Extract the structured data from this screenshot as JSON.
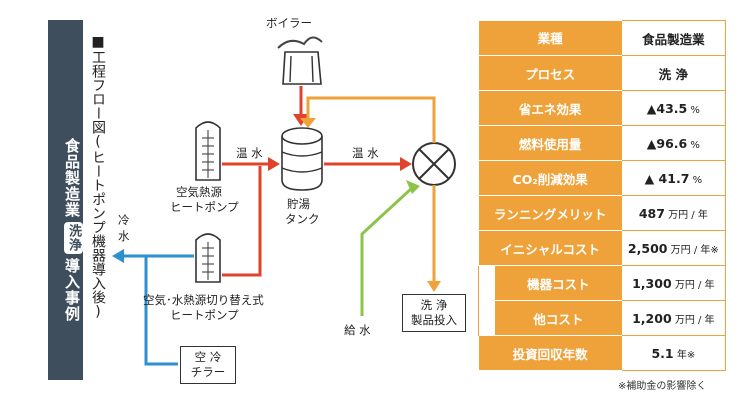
{
  "side": {
    "title_a": "食品製造業",
    "badge": "洗浄",
    "title_b": "導入事例"
  },
  "flow_title": "■工程フロー図(ヒートポンプ機器導入後)",
  "labels": {
    "boiler": "ボイラー",
    "hp1": [
      "空気熱源",
      "ヒートポンプ"
    ],
    "hp2": [
      "空気･水熱源切り替え式",
      "ヒートポンプ"
    ],
    "tank": [
      "貯湯",
      "タンク"
    ],
    "hot1": "温 水",
    "hot2": "温 水",
    "cold": [
      "冷",
      "水"
    ],
    "feed": "給 水",
    "chiller": [
      "空 冷",
      "チラー"
    ],
    "wash": [
      "洗 浄",
      "製品投入"
    ]
  },
  "colors": {
    "red": "#e0432b",
    "orange": "#f0a23a",
    "blue": "#2f8fd0",
    "green": "#8cc44a",
    "dark": "#3e4e5d"
  },
  "table": {
    "rows": [
      {
        "k": "業種",
        "v": "食品製造業",
        "u": ""
      },
      {
        "k": "プロセス",
        "v": "洗 浄",
        "u": ""
      },
      {
        "k": "省エネ効果",
        "v": "▲43.5",
        "u": " %"
      },
      {
        "k": "燃料使用量",
        "v": "▲96.6",
        "u": " %"
      },
      {
        "k": "CO₂削減効果",
        "v": "▲ 41.7",
        "u": " %"
      },
      {
        "k": "ランニングメリット",
        "v": "487",
        "u": " 万円 / 年"
      },
      {
        "k": "イニシャルコスト",
        "v": "2,500",
        "u": " 万円 / 年※"
      }
    ],
    "subrows": [
      {
        "k": "機器コスト",
        "v": "1,300",
        "u": " 万円 / 年"
      },
      {
        "k": "他コスト",
        "v": "1,200",
        "u": " 万円 / 年"
      }
    ],
    "last": {
      "k": "投資回収年数",
      "v": "5.1",
      "u": " 年※"
    }
  },
  "footnote": "※補助金の影響除く"
}
